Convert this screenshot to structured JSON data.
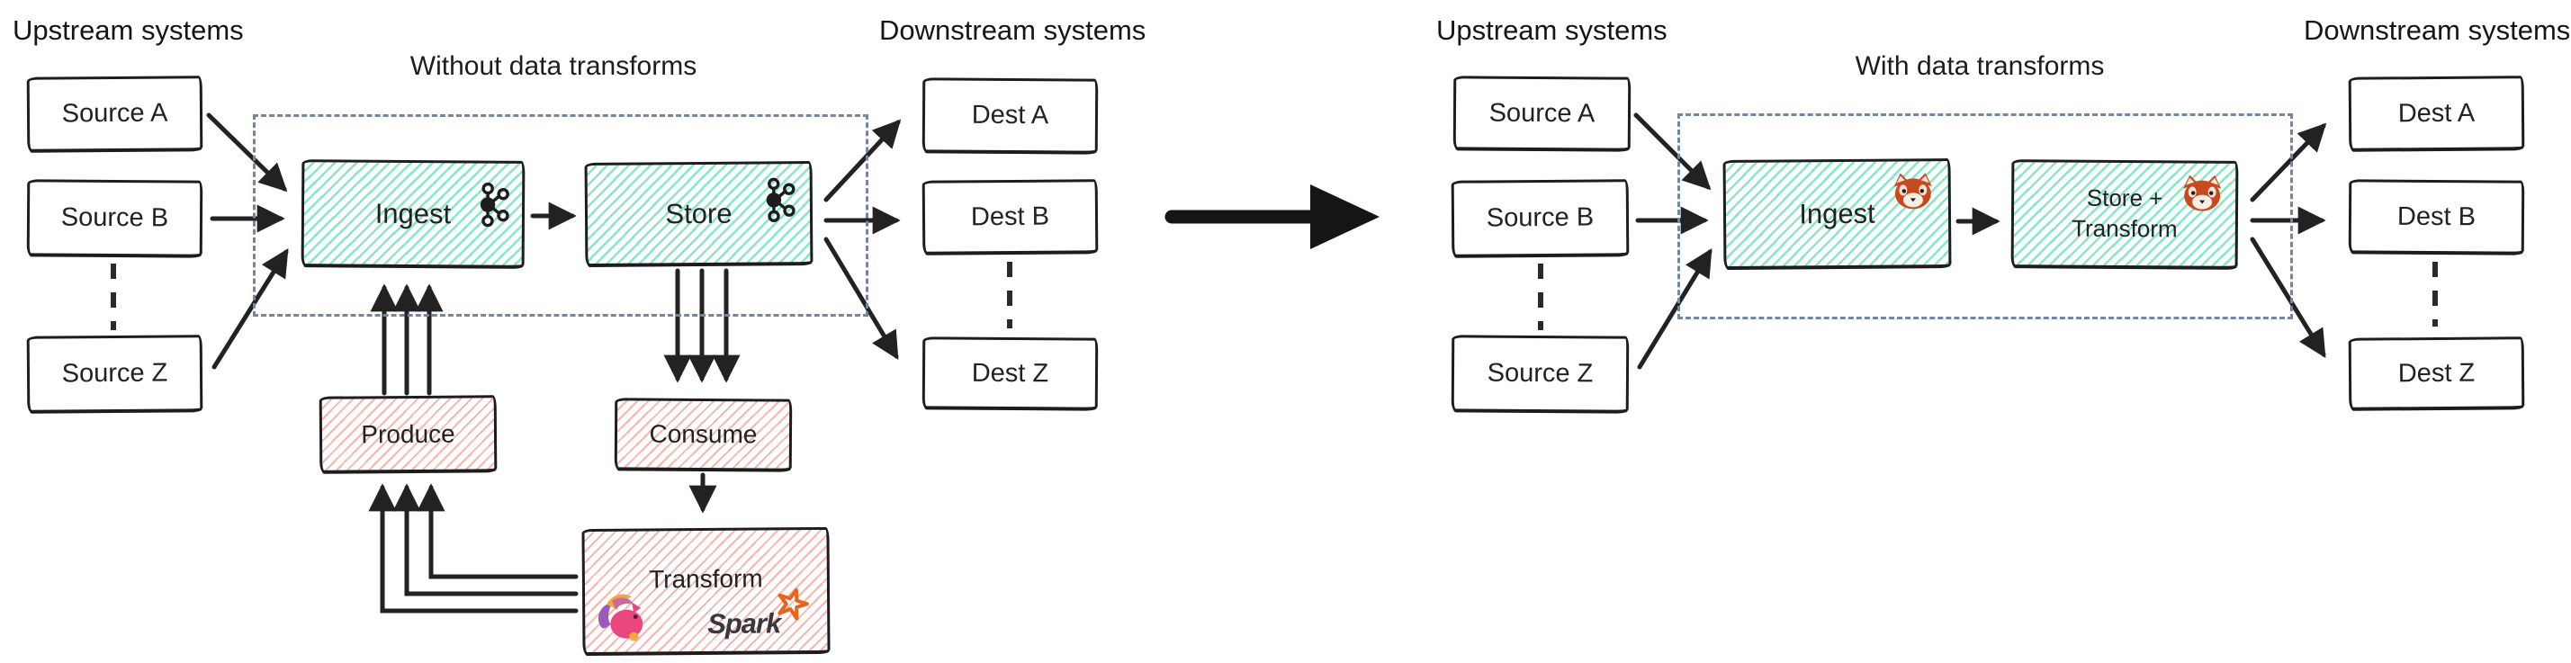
{
  "left": {
    "title": "Without data transforms",
    "upstream_label": "Upstream systems",
    "downstream_label": "Downstream systems",
    "sources": [
      "Source A",
      "Source B",
      "Source Z"
    ],
    "dests": [
      "Dest A",
      "Dest B",
      "Dest Z"
    ],
    "ingest_label": "Ingest",
    "store_label": "Store",
    "produce_label": "Produce",
    "consume_label": "Consume",
    "transform_label": "Transform",
    "spark_label": "Spark"
  },
  "right": {
    "title": "With data transforms",
    "upstream_label": "Upstream systems",
    "downstream_label": "Downstream systems",
    "sources": [
      "Source A",
      "Source B",
      "Source Z"
    ],
    "dests": [
      "Dest A",
      "Dest B",
      "Dest Z"
    ],
    "ingest_label": "Ingest",
    "store_transform_line1": "Store +",
    "store_transform_line2": "Transform"
  },
  "icons": {
    "kafka": "kafka-logo",
    "redpanda": "redpanda-logo",
    "flink": "flink-squirrel-logo",
    "spark_star": "spark-star-logo"
  },
  "colors": {
    "mint_hatch": "#86e8c4",
    "pink_hatch": "#f6b6ae",
    "dashed_region": "#7486a3",
    "stroke": "#1d1d1d",
    "arrow": "#222222",
    "spark_orange": "#e8641e",
    "flink_pink": "#e8487e",
    "flink_purple": "#9a5bbf",
    "flink_orange": "#f2a83c",
    "redpanda_orange": "#c9491f"
  }
}
